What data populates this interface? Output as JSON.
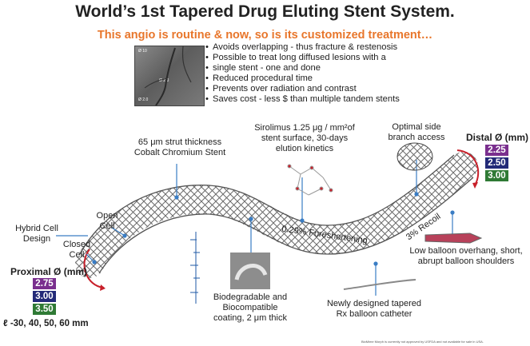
{
  "title": "World’s 1st Tapered Drug Eluting Stent System.",
  "subtitle": "This angio is routine & now, so is its customized treatment…",
  "angio_labels": {
    "top": "Ø 10",
    "mid": "Ø 2.0",
    "bottom": "Ø 2.0"
  },
  "bullets": [
    "Avoids overlapping - thus fracture & restenosis",
    "Possible to treat long diffused lesions with a",
    "single stent - one and done",
    "Reduced procedural time",
    "Prevents over radiation and contrast",
    "Saves cost - less $ than multiple tandem stents"
  ],
  "labels": {
    "strut_1": "65 μm strut thickness",
    "strut_2": "Cobalt Chromium Stent",
    "sirolimus_1": "Sirolimus 1.25 μg / mm²of",
    "sirolimus_2": "stent surface, 30-days",
    "sirolimus_3": "elution kinetics",
    "side_1": "Optimal side",
    "side_2": "branch access",
    "hybrid_1": "Hybrid Cell",
    "hybrid_2": "Design",
    "open_1": "Open",
    "open_2": "Cell",
    "closed_1": "Closed",
    "closed_2": "Cell",
    "foreshortening": "0.29% Foreshortening",
    "recoil": "3% Recoil",
    "balloon_1": "Low balloon overhang, short,",
    "balloon_2": "abrupt balloon shoulders",
    "coating_1": "Biodegradable and",
    "coating_2": "Biocompatible",
    "coating_3": "coating, 2 μm thick",
    "catheter_1": "Newly designed tapered",
    "catheter_2": "Rx balloon catheter",
    "lengths": "ℓ -30, 40, 50, 60 mm"
  },
  "distal": {
    "title": "Distal Ø (mm)",
    "values": [
      "2.25",
      "2.50",
      "3.00"
    ]
  },
  "proximal": {
    "title": "Proximal Ø (mm)",
    "values": [
      "2.75",
      "3.00",
      "3.50"
    ]
  },
  "footnote": "BioMime Morph is currently not approved by USFDA and not available for sale in USA.",
  "colors": {
    "accent": "#e8762b",
    "purple": "#7a2f8e",
    "navy": "#232a78",
    "green": "#2f7a35",
    "arrow": "#c8202a",
    "leader": "#3a7dc4"
  }
}
